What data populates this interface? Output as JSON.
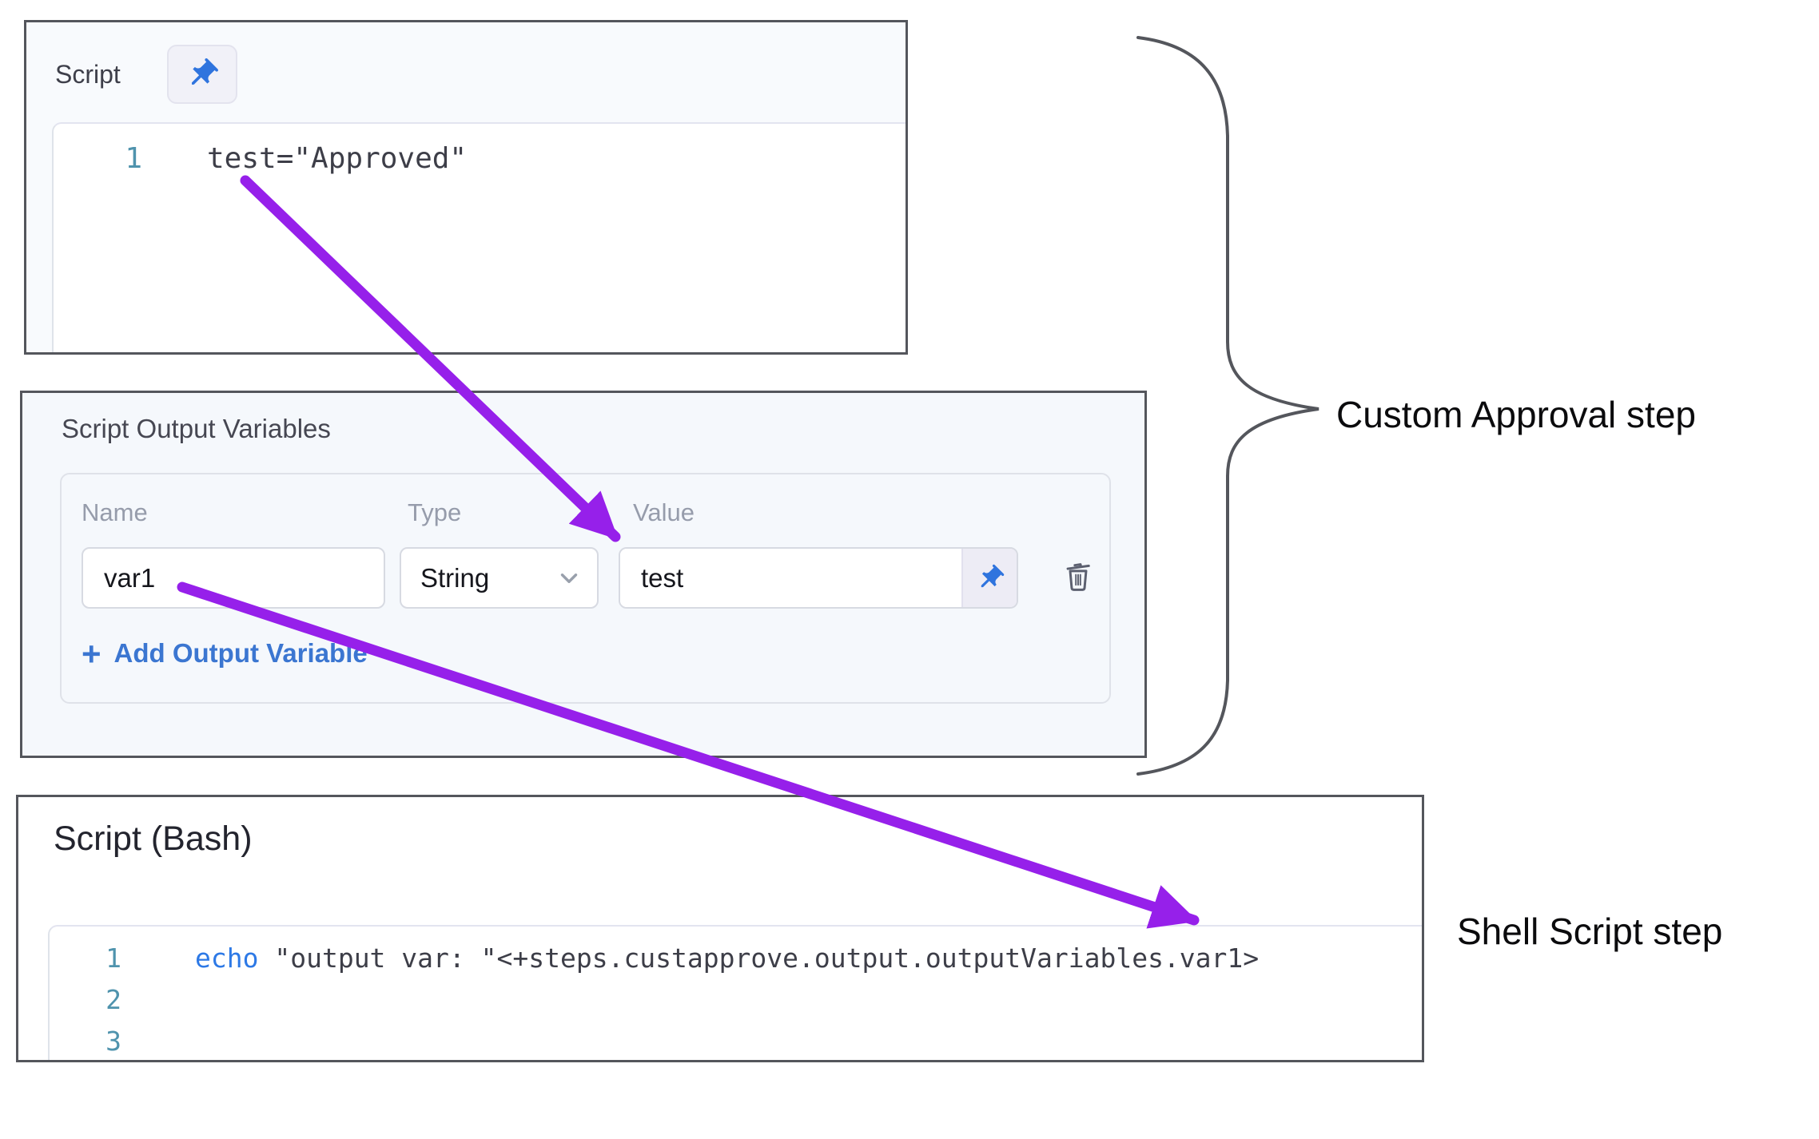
{
  "script_panel": {
    "title": "Script",
    "code_lines": [
      {
        "number": "1",
        "text": "test=\"Approved\""
      }
    ]
  },
  "output_variables_panel": {
    "title": "Script Output Variables",
    "labels": {
      "name": "Name",
      "type": "Type",
      "value": "Value"
    },
    "row": {
      "name": "var1",
      "type": "String",
      "value": "test"
    },
    "add_icon": "+",
    "add_label": "Add Output Variable"
  },
  "bash_panel": {
    "title": "Script (Bash)",
    "code_lines": [
      {
        "number": "1",
        "keyword": "echo",
        "rest": " \"output var: \"<+steps.custapprove.output.outputVariables.var1>"
      },
      {
        "number": "2",
        "keyword": "",
        "rest": ""
      },
      {
        "number": "3",
        "keyword": "",
        "rest": ""
      }
    ]
  },
  "annotations": {
    "custom_approval_label": "Custom Approval step",
    "shell_script_label": "Shell Script step"
  },
  "colors": {
    "arrow_purple": "#9620ea",
    "pin_blue": "#2f74de",
    "keyword_blue": "#2d79e6",
    "line_number_teal": "#4f93ad",
    "link_blue": "#3b76d1",
    "panel_border": "#54565c"
  }
}
